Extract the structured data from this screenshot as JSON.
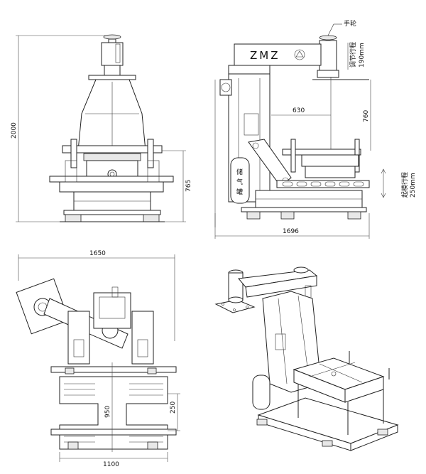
{
  "front_view": {
    "height_total": "2000",
    "height_table": "765"
  },
  "side_view": {
    "brand": "ZMZ",
    "handwheel": "手轮",
    "adjust_stroke_label": "调节行程",
    "adjust_stroke_value": "190mm",
    "reach": "630",
    "column_height": "760",
    "lift_stroke_label": "起模行程",
    "lift_stroke_value": "250mm",
    "tank_label": "储气罐",
    "length_total": "1696"
  },
  "top_view": {
    "width_total": "1650",
    "depth": "950",
    "offset": "250",
    "base_width": "1100"
  }
}
